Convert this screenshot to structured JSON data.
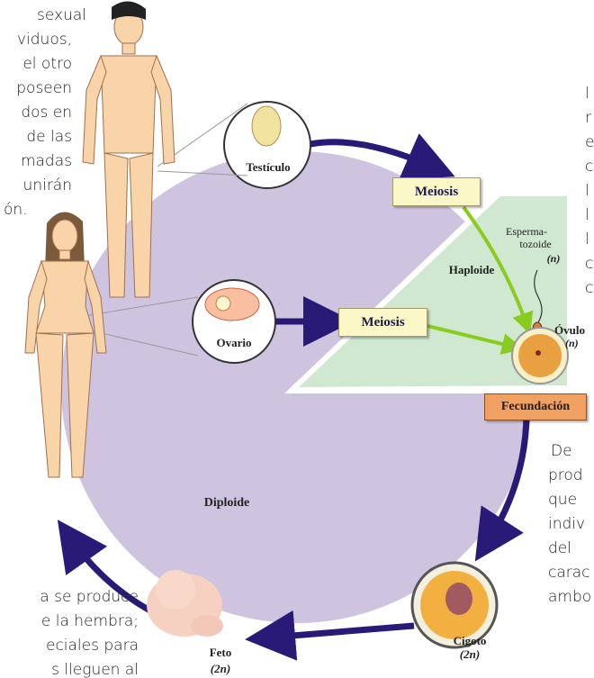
{
  "left_text": [
    "sexual",
    "viduos,",
    "el otro",
    "poseen",
    "dos en",
    "de las",
    "madas",
    "unirán",
    "ón."
  ],
  "right_text_top": [
    "l",
    "r",
    "e",
    "c",
    "l",
    "l",
    "l",
    "c",
    "c"
  ],
  "right_text_bottom": [
    "De",
    "prod",
    "que",
    "indiv",
    "del",
    "carac",
    "ambo"
  ],
  "bottom_left_text": [
    "a se produce",
    "e la hembra;",
    "eciales para",
    "s lleguen al"
  ],
  "diagram": {
    "testiculo": "Testículo",
    "ovario": "Ovario",
    "meiosis_top": "Meiosis",
    "meiosis_mid": "Meiosis",
    "haploide": "Haploide",
    "diploide": "Diploide",
    "esperma_1": "Esperma-",
    "esperma_2": "tozoide",
    "esperma_n": "(n)",
    "ovulo": "Óvulo",
    "ovulo_n": "(n)",
    "fecundacion": "Fecundación",
    "cigoto": "Cigoto",
    "cigoto_2n": "(2n)",
    "feto": "Feto",
    "feto_2n": "(2n)"
  }
}
